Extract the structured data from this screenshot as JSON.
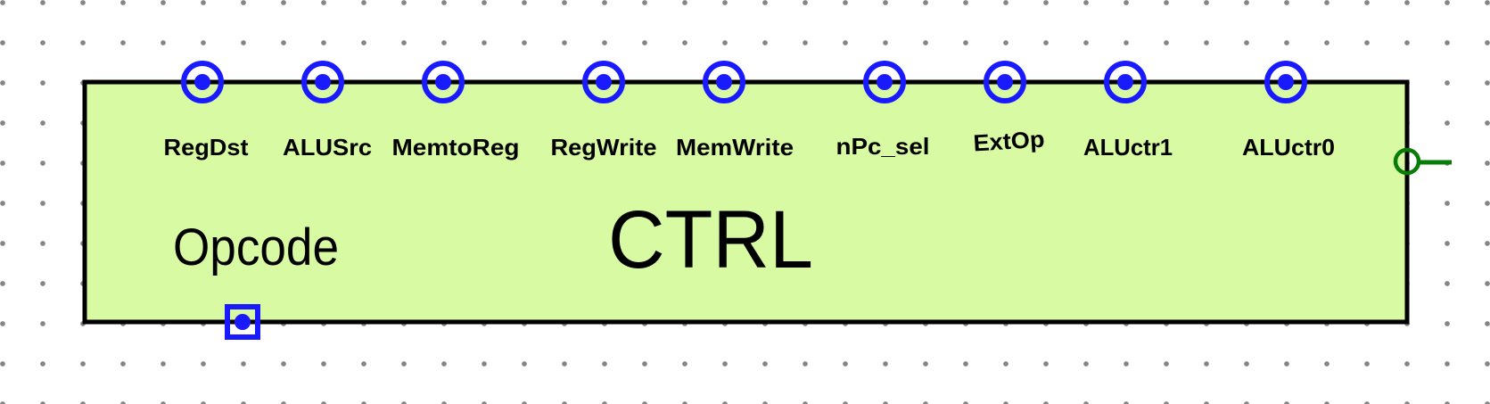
{
  "diagram": {
    "component_name": "CTRL",
    "input_pin": {
      "label": "Opcode"
    },
    "top_pins": [
      {
        "label": "RegDst"
      },
      {
        "label": "ALUSrc"
      },
      {
        "label": "MemtoReg"
      },
      {
        "label": "RegWrite"
      },
      {
        "label": "MemWrite"
      },
      {
        "label": "nPc_sel"
      },
      {
        "label": "ExtOp"
      },
      {
        "label": "ALUctr1"
      },
      {
        "label": "ALUctr0"
      }
    ],
    "colors": {
      "component_fill": "#d8faa3",
      "pin_blue": "#1a1aff",
      "output_green": "#077c07",
      "border_black": "#000000",
      "grid_dot_gray": "#858585",
      "background": "#ffffff"
    }
  }
}
